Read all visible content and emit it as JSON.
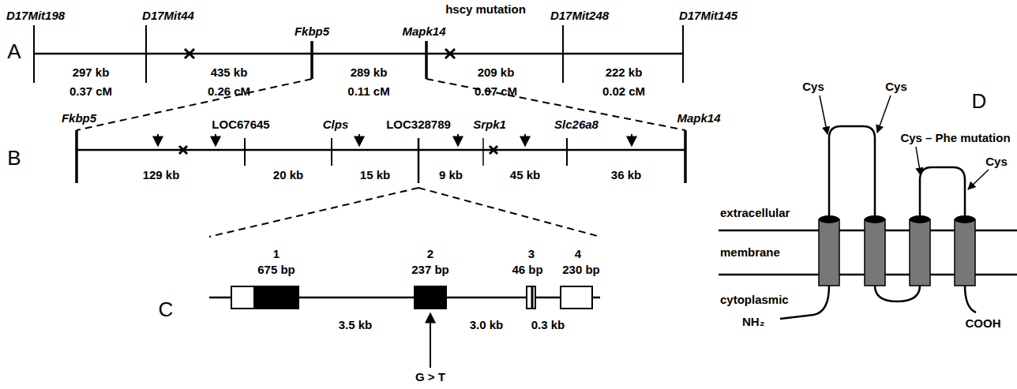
{
  "diagram": {
    "labels": [
      "hscy mutation",
      "D17Mit198",
      "D17Mit44",
      "Fkbp5",
      "Mapk14",
      "D17Mit248",
      "D17Mit145",
      "A",
      "297 kb",
      "0.37 cM",
      "435 kb",
      "0.26 cM",
      "289 kb",
      "0.11 cM",
      "209 kb",
      "0.07 cM",
      "222 kb",
      "0.02 cM",
      "Fkbp5",
      "LOC67645",
      "Clps",
      "LOC328789",
      "Srpk1",
      "Slc26a8",
      "Mapk14",
      "B",
      "129 kb",
      "20 kb",
      "15 kb",
      "9 kb",
      "45 kb",
      "36 kb",
      "1",
      "675 bp",
      "2",
      "237 bp",
      "3",
      "46 bp",
      "4",
      "230 bp",
      "C",
      "3.5 kb",
      "3.0 kb",
      "0.3 kb",
      "G > T",
      "D",
      "Cys",
      "Cys",
      "Cys – Phe mutation",
      "Cys",
      "extracellular",
      "membrane",
      "cytoplasmic",
      "NH₂",
      "COOH"
    ]
  }
}
